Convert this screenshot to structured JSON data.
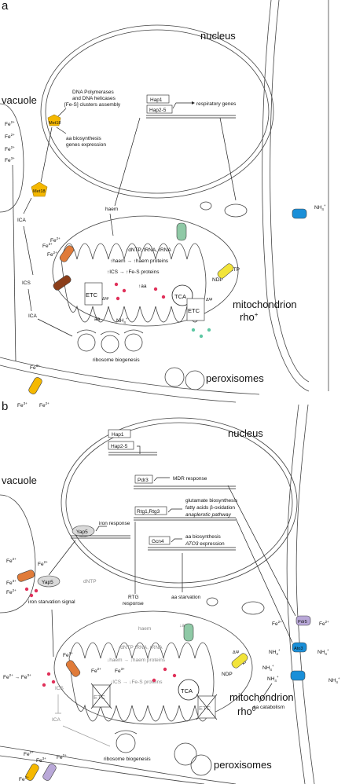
{
  "panel_a": {
    "letter": "a",
    "nucleus": "nucleus",
    "vacuole": "vacuole",
    "mito_label": "mitochondrion",
    "mito_state": "rho",
    "mito_sup": "+",
    "peroxisomes": "peroxisomes",
    "dna_poly": "DNA Polymerases",
    "dna_helicases": "and DNA helicases",
    "fes_assembly": "[Fe-S] clusters assembly",
    "met18": "Met18",
    "aa_bio": "aa biosynthesis",
    "genes_expr": "genes expression",
    "hap1": "Hap1",
    "hap25": "Hap2-5",
    "resp_genes": "respiratory genes",
    "haem": "haem",
    "ica": "ICA",
    "ics": "ICS",
    "dntp": "↑dNTP, tRNA, rRNA",
    "haem_row": "↑haem → ↑haem proteins",
    "fes_row": "↑ICS → ↑Fe-S proteins",
    "up_aa": "↑aa",
    "aa": "aa",
    "tca": "TCA",
    "etc": "ETC",
    "dpsi": "ΔΨ",
    "ntp": "NTP",
    "ndp": "NDP",
    "ribo": "ribosome biogenesis",
    "nh4": "NH",
    "nh4_sub": "4",
    "nh4_sup": "+",
    "fe2": "Fe",
    "fe2_sup": "2+",
    "fe3_sup": "3+"
  },
  "panel_b": {
    "letter": "b",
    "nucleus": "nucleus",
    "vacuole": "vacuole",
    "mito_label": "mitochondrion",
    "mito_state": "rho",
    "mito_sup": "0",
    "peroxisomes": "peroxisomes",
    "hap1": "Hap1",
    "hap25": "Hap2-5",
    "pdr3": "Pdr3",
    "mdr": "MDR response",
    "rtg": "Rtg1,Rtg3",
    "glut": "glutamate biosynthesis",
    "fatty": "fatty acids β-oxidation",
    "anap": "anaplerotic pathway",
    "gcn4": "Gcn4",
    "aa_bio": "aa biosynthesis",
    "ato3": "ATO3",
    "ato3_rest": " expression",
    "yap5": "Yap5",
    "iron_resp": "iron response",
    "iron_starv": "iron starvation signal",
    "dntp_out": "dNTP",
    "rtg_resp": "RTG",
    "rtg_resp2": "response",
    "aa_starv": "aa starvation",
    "haem": "haem",
    "down_aa": "↓aa",
    "dntp_row": "↓dNTP tRNA, rRNA",
    "haem_row": "↓haem → ↓haem proteins",
    "fes_row": "↓ICS → ↓Fe-S proteins",
    "ics": "ICS",
    "ica": "ICA",
    "tca": "TCA",
    "etc": "ETC",
    "dpsi": "ΔΨ",
    "ntp": "NTP",
    "ndp": "NDP",
    "pdr5": "Pdr5",
    "ato3_ch": "Ato3",
    "aa_catab": "aa catabolism",
    "ribo": "ribosome biogenesis",
    "nh4": "NH",
    "nh4_sub": "4",
    "nh4_sup": "+",
    "fe2": "Fe",
    "fe2_sup": "2+",
    "fe3_sup": "3+"
  }
}
